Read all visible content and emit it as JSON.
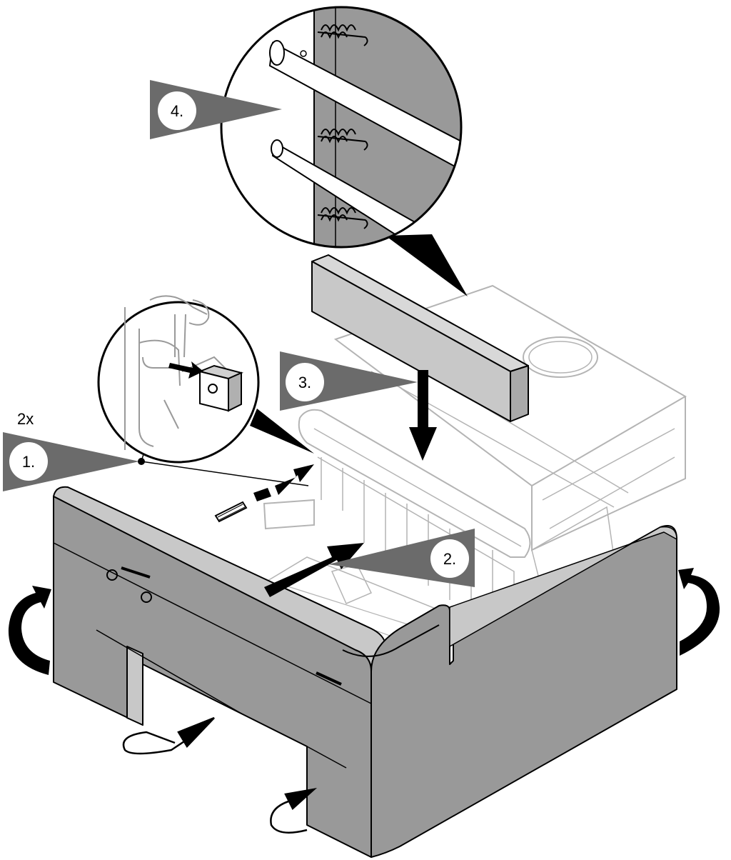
{
  "quantity_label": "2x",
  "steps": [
    {
      "id": "1",
      "label": "1."
    },
    {
      "id": "2",
      "label": "2."
    },
    {
      "id": "3",
      "label": "3."
    },
    {
      "id": "4",
      "label": "4."
    }
  ],
  "colors": {
    "panel": "#999999",
    "panel_dark": "#8c8c8c",
    "panel_light": "#c8c8c8",
    "pointer": "#6b6b6b",
    "outline": "#000000",
    "faint_line": "#b4b4b4"
  },
  "icons": [
    "rotate-arrow-icon",
    "push-arrow-icon",
    "down-arrow-icon",
    "spring-icon"
  ]
}
